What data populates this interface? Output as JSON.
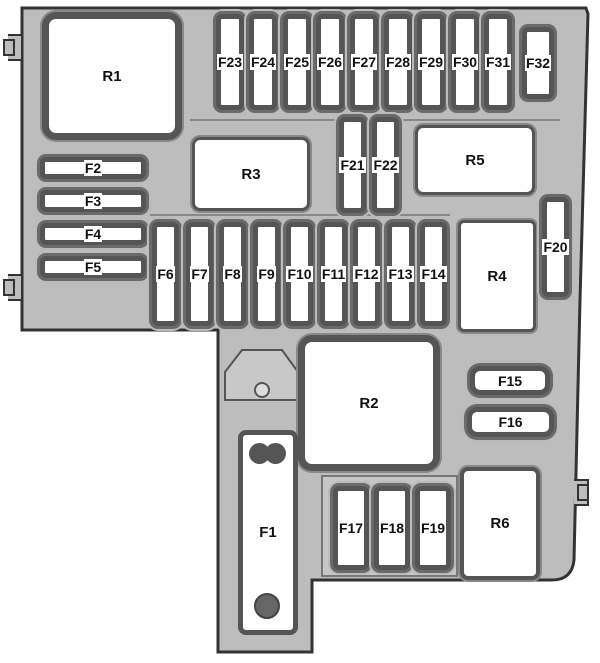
{
  "colors": {
    "housing": "#bdbdbd",
    "outline": "#333333",
    "component_border": "#555555",
    "component_fill": "#ffffff"
  },
  "relays": {
    "R1": "R1",
    "R2": "R2",
    "R3": "R3",
    "R4": "R4",
    "R5": "R5",
    "R6": "R6"
  },
  "fuses": {
    "F1": "F1",
    "F2": "F2",
    "F3": "F3",
    "F4": "F4",
    "F5": "F5",
    "F6": "F6",
    "F7": "F7",
    "F8": "F8",
    "F9": "F9",
    "F10": "F10",
    "F11": "F11",
    "F12": "F12",
    "F13": "F13",
    "F14": "F14",
    "F15": "F15",
    "F16": "F16",
    "F17": "F17",
    "F18": "F18",
    "F19": "F19",
    "F20": "F20",
    "F21": "F21",
    "F22": "F22",
    "F23": "F23",
    "F24": "F24",
    "F25": "F25",
    "F26": "F26",
    "F27": "F27",
    "F28": "F28",
    "F29": "F29",
    "F30": "F30",
    "F31": "F31",
    "F32": "F32"
  }
}
